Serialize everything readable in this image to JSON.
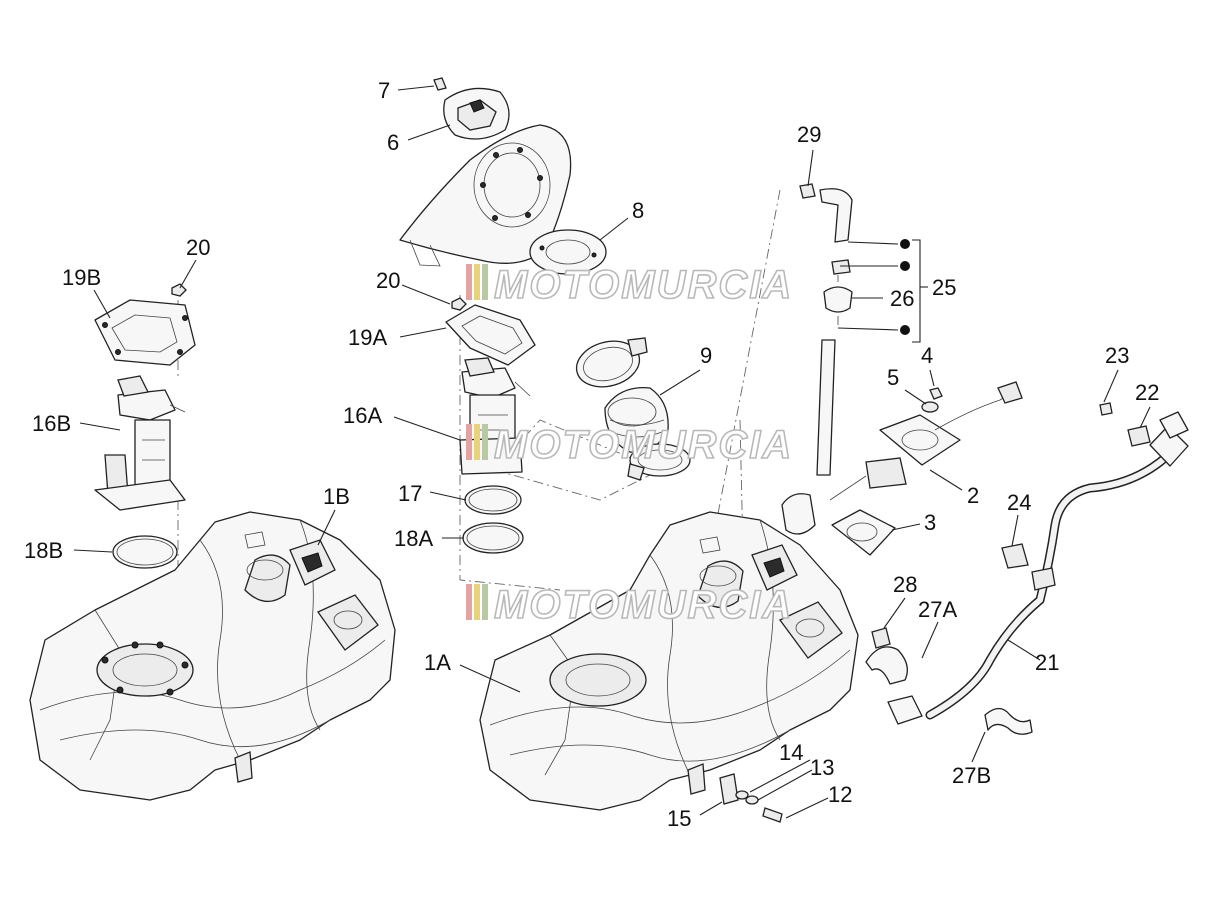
{
  "callouts": {
    "c7": "7",
    "c6": "6",
    "c29": "29",
    "c8": "8",
    "c20a": "20",
    "c19b": "19B",
    "c20b": "20",
    "c25": "25",
    "c26": "26",
    "c19a": "19A",
    "c9": "9",
    "c4": "4",
    "c5": "5",
    "c23": "23",
    "c22": "22",
    "c16b": "16B",
    "c16a": "16A",
    "c2": "2",
    "c17": "17",
    "c1b": "1B",
    "c24": "24",
    "c3": "3",
    "c18b": "18B",
    "c18a": "18A",
    "c28": "28",
    "c27a": "27A",
    "c1a": "1A",
    "c21": "21",
    "c14": "14",
    "c13": "13",
    "c12": "12",
    "c15": "15",
    "c27b": "27B"
  },
  "watermark": {
    "text": "MOTOMURCIA",
    "stripe_colors": [
      "#e4a3a3",
      "#e8d27a",
      "#b9c9a6"
    ]
  }
}
